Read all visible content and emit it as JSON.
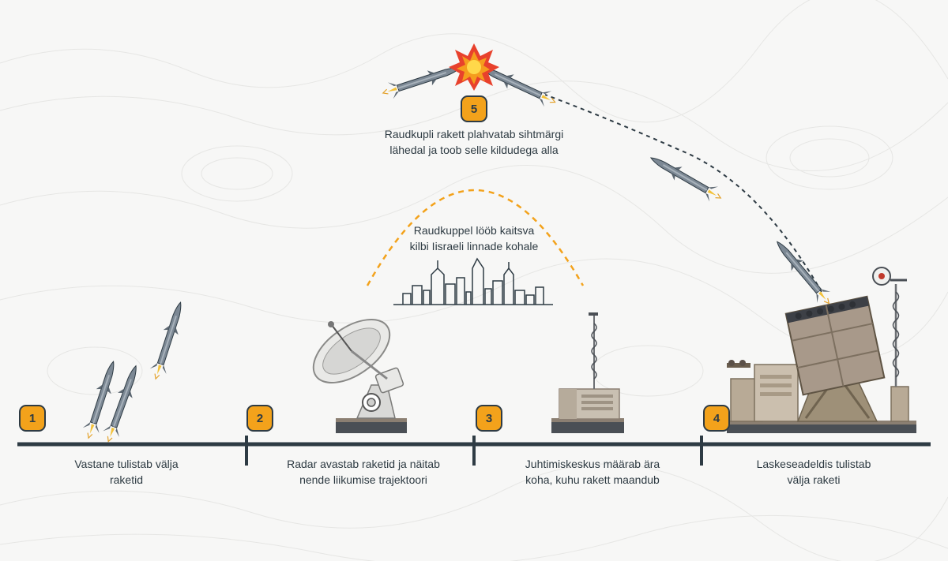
{
  "colors": {
    "accent_orange": "#f3a21b",
    "timeline": "#2e3b44",
    "missile_body": "#7c8894",
    "launcher_tan": "#a99a87",
    "background": "#f7f7f6"
  },
  "steps": [
    {
      "number": "1",
      "line1": "Vastane tulistab välja",
      "line2": "raketid"
    },
    {
      "number": "2",
      "line1": "Radar avastab raketid ja näitab",
      "line2": "nende liikumise trajektoori"
    },
    {
      "number": "3",
      "line1": "Juhtimiskeskus määrab ära",
      "line2": "koha, kuhu rakett maandub"
    },
    {
      "number": "4",
      "line1": "Laskeseadeldis tulistab",
      "line2": "välja raketi"
    },
    {
      "number": "5",
      "line1": "Raudkupli rakett plahvatab sihtmärgi",
      "line2": "lähedal ja toob selle kildudega alla"
    }
  ],
  "dome_label": {
    "line1": "Raudkuppel lööb kaitsva",
    "line2": "kilbi Iisraeli linnade kohale"
  },
  "icons": [
    "enemy-missiles-icon",
    "radar-dish-icon",
    "command-center-icon",
    "launcher-icon",
    "explosion-icon",
    "city-skyline-icon",
    "interceptor-missile-icon"
  ]
}
